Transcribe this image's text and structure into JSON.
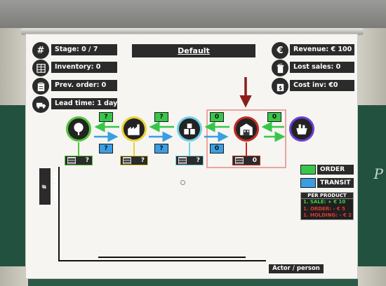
{
  "header": {
    "title": "Default"
  },
  "left_stats": {
    "stage": {
      "icon": "hash-icon",
      "symbol": "#",
      "label": "Stage: 0 / 7"
    },
    "inventory": {
      "icon": "shelves-icon",
      "label": "Inventory: 0"
    },
    "prev_order": {
      "icon": "clipboard-icon",
      "label": "Prev. order: 0"
    },
    "lead_time": {
      "icon": "truck-icon",
      "label": "Lead time: 1 day"
    }
  },
  "right_stats": {
    "revenue": {
      "icon": "euro-icon",
      "symbol": "€",
      "label": "Revenue: € 100"
    },
    "lost_sales": {
      "icon": "trash-icon",
      "label": "Lost sales: 0"
    },
    "cost_inv": {
      "icon": "money-bag-icon",
      "label": "Cost inv: €0"
    }
  },
  "chain": {
    "nodes": [
      {
        "name": "supplier",
        "icon": "tree-icon",
        "ring": "#4fc63a"
      },
      {
        "name": "factory",
        "icon": "factory-icon",
        "ring": "#e8d23a"
      },
      {
        "name": "distributor",
        "icon": "boxes-icon",
        "ring": "#6fd0e8"
      },
      {
        "name": "wholesaler",
        "icon": "warehouse-icon",
        "ring": "#c42b22"
      },
      {
        "name": "retailer",
        "icon": "shop-basket-icon",
        "ring": "#6a3fd8"
      }
    ],
    "orders": [
      "?",
      "?",
      "0",
      "0"
    ],
    "transits": [
      "?",
      "?",
      "0"
    ],
    "inventories": [
      "?",
      "?",
      "?",
      "0"
    ]
  },
  "legend": {
    "order": "ORDER",
    "transit": "TRANSIT"
  },
  "per_product": {
    "title": "PER PRODUCT",
    "sale": "1. SALE: + € 10",
    "order": "1. ORDER: - € 5",
    "holding": "1. HOLDING: - € 2"
  },
  "graph": {
    "ylabel": "# products",
    "xlabel": "Actor / person"
  },
  "background_glyph": "P",
  "colors": {
    "order": "#38c64a",
    "transit": "#3a9ee3",
    "sale_text": "#3fd04a",
    "cost_text": "#e03a32",
    "highlight_arrow": "#8b1f18"
  }
}
